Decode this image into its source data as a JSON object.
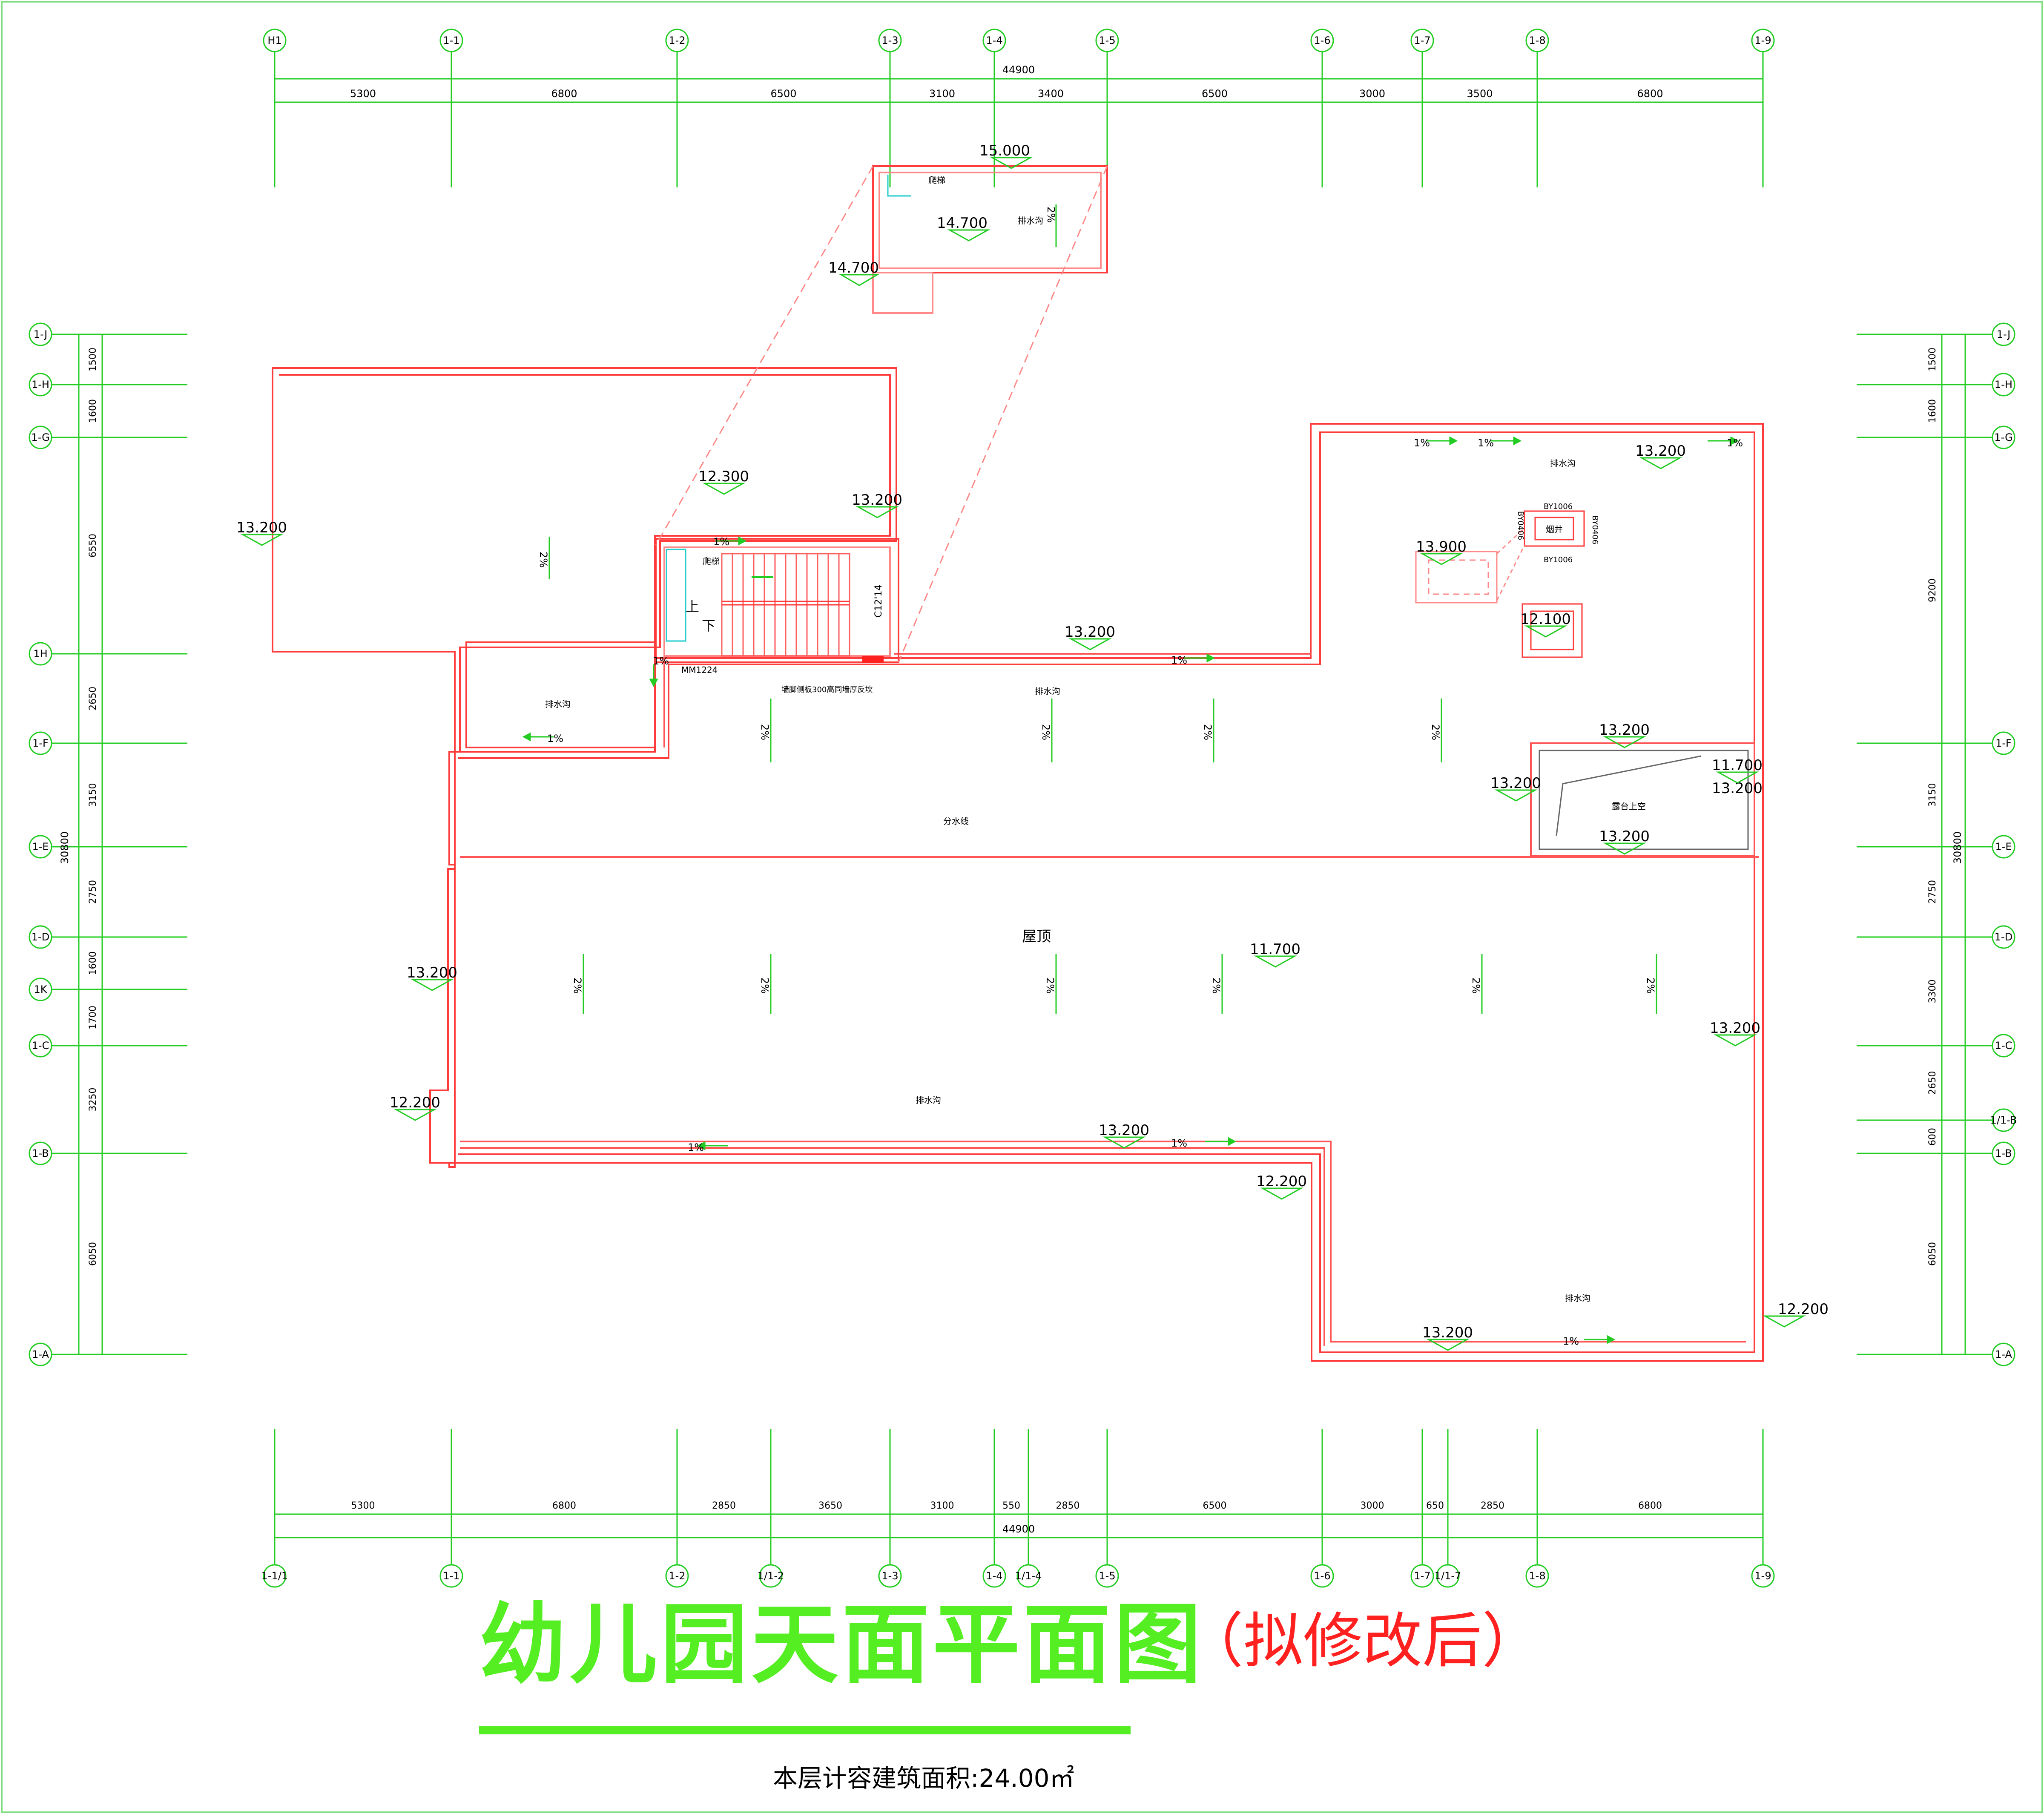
{
  "grid_axes": {
    "top": [
      "H1",
      "1-1",
      "1-2",
      "1-3",
      "1-4",
      "1-5",
      "1-6",
      "1-7",
      "1-8",
      "1-9"
    ],
    "bottom": [
      "1-1/1",
      "1-1",
      "1-2",
      "1/1-2",
      "1-3",
      "1-4",
      "1/1-4",
      "1-5",
      "1-6",
      "1-7",
      "1/1-7",
      "1-8",
      "1-9"
    ],
    "left": [
      "1-J",
      "1-H",
      "1-G",
      "1H",
      "1-F",
      "1-E",
      "1-D",
      "1K",
      "1-C",
      "1-B",
      "1-A"
    ],
    "right": [
      "1-J",
      "1-H",
      "1-G",
      "1-F",
      "1-E",
      "1-D",
      "1-C",
      "1/1-B",
      "1-B",
      "1-A"
    ]
  },
  "dimensions": {
    "top_total": "44900",
    "top": [
      "5300",
      "6800",
      "6500",
      "3100",
      "3400",
      "6500",
      "3000",
      "3500",
      "6800"
    ],
    "bottom_total": "44900",
    "bottom": [
      "5300",
      "6800",
      "2850",
      "3650",
      "3100",
      "550",
      "2850",
      "6500",
      "3000",
      "650",
      "2850",
      "6800"
    ],
    "left_total": "30800",
    "left": [
      "1500",
      "1600",
      "6550",
      "2650",
      "3150",
      "2750",
      "1600",
      "1700",
      "3250",
      "6050"
    ],
    "right_total": "30800",
    "right": [
      "1500",
      "1600",
      "9200",
      "3150",
      "2750",
      "3300",
      "2650",
      "600",
      "6050"
    ]
  },
  "elevations": {
    "e15000": "15.000",
    "e14700a": "14.700",
    "e14700b": "14.700",
    "e12300": "12.300",
    "e13200_left": "13.200",
    "e13200_stair": "13.200",
    "e13200_topright": "13.200",
    "e13900": "13.900",
    "e12100": "12.100",
    "e13200_mid": "13.200",
    "e13200_deck1": "13.200",
    "e11700_deck": "11.700",
    "e13200_deck2": "13.200",
    "e13200_deck3": "13.200",
    "e13200_deck4": "13.200",
    "e13200_westwall": "13.200",
    "e11700_roof": "11.700",
    "e13200_east": "13.200",
    "e12200_west": "12.200",
    "e13200_south": "13.200",
    "e12200_step": "12.200",
    "e13200_bottom": "13.200",
    "e12200_corner": "12.200"
  },
  "labels": {
    "roof": "屋顶",
    "divide_line": "分水线",
    "drain_1": "排水沟",
    "drain_2": "排水沟",
    "drain_3": "排水沟",
    "drain_4": "排水沟",
    "drain_5": "排水沟",
    "drain_6": "排水沟",
    "climb_1": "爬梯",
    "climb_2": "爬梯",
    "shaft": "烟井",
    "terrace": "露台上空",
    "door": "MM1224",
    "window": "C12'14",
    "up": "上",
    "down": "下",
    "wall_note": "墙脚侧板300高同墙厚反坎",
    "by_top": "BY1006",
    "by_bottom": "BY1006",
    "by_left": "BY0406",
    "by_right": "BY0406"
  },
  "slopes": {
    "s_top": "2%",
    "s_lw": "2%",
    "s_ua": "2%",
    "s_ub": "2%",
    "s_uc": "2%",
    "s_ud": "2%",
    "s_la": "2%",
    "s_lb": "2%",
    "s_lc": "2%",
    "s_ld": "2%",
    "s_le": "2%",
    "s_lf": "2%",
    "g1": "1%",
    "g2": "1%",
    "g3": "1%",
    "g4": "1%",
    "g5": "1%",
    "g6": "1%",
    "g7": "1%",
    "g8": "1%",
    "g9": "1%",
    "g10": "1%"
  },
  "title": "幼儿园天面平面图",
  "note": "（拟修改后）",
  "area_text": "本层计容建筑面积:24.00㎡",
  "colors": {
    "grid": "#22cc22",
    "wall": "#ff3b3b",
    "wall_light": "#ff9a9a",
    "title": "#55ee22",
    "note": "#ff2020",
    "text": "#000000"
  }
}
